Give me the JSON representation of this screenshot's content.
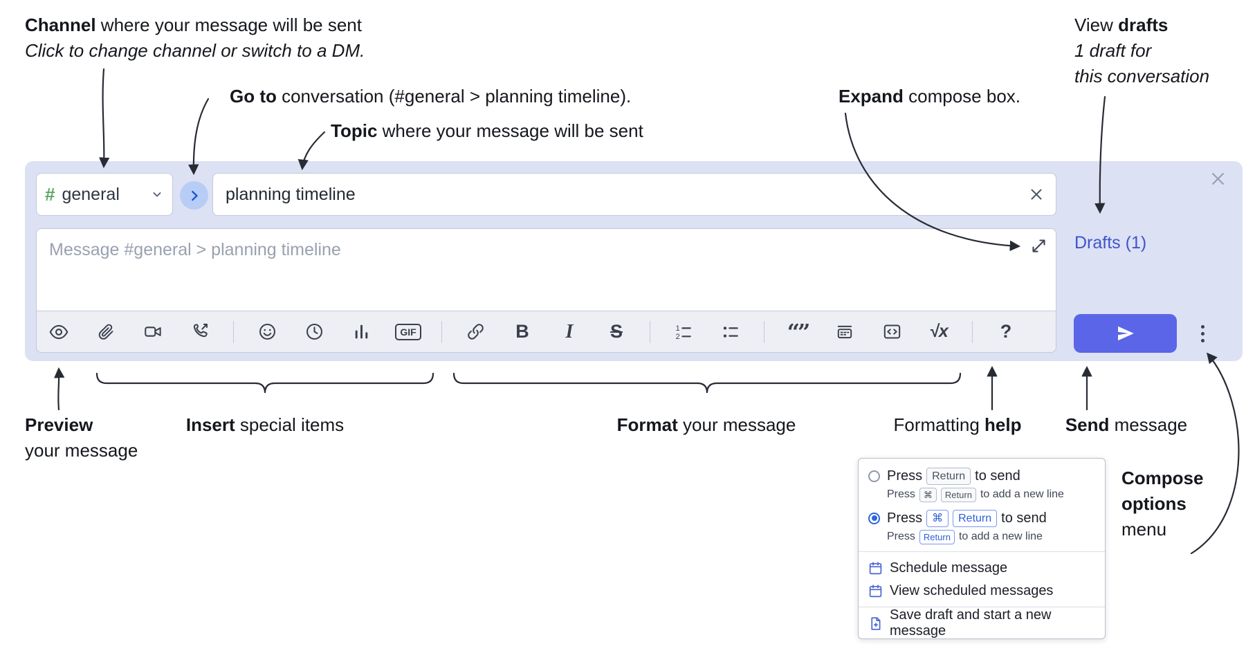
{
  "annotations": {
    "channel": {
      "bold": "Channel",
      "rest": " where your message will be sent",
      "line2": "Click to change channel or switch to a DM."
    },
    "goto": {
      "bold": "Go to",
      "rest": " conversation (#general > planning timeline)."
    },
    "topic": {
      "bold": "Topic",
      "rest": " where your message will be sent"
    },
    "expand": {
      "bold": "Expand",
      "rest": " compose box."
    },
    "view_drafts": {
      "pre": "View ",
      "bold": "drafts",
      "line2": "1 draft for",
      "line3": "this conversation"
    },
    "preview": {
      "bold": "Preview",
      "line2": "your message"
    },
    "insert": {
      "bold": "Insert",
      "rest": " special items"
    },
    "format": {
      "bold": "Format",
      "rest": " your message"
    },
    "formatting_help": {
      "pre": "Formatting ",
      "bold": "help"
    },
    "send": {
      "bold": "Send",
      "rest": " message"
    },
    "compose_options": {
      "line1": "Compose",
      "line2": "options",
      "line3": "menu"
    }
  },
  "compose": {
    "channel_hash": "#",
    "channel_name": "general",
    "topic_value": "planning timeline",
    "placeholder": "Message #general > planning timeline",
    "drafts_link": "Drafts (1)"
  },
  "toolbar": {
    "icons": [
      "preview",
      "attach-file",
      "start-video-call",
      "start-audio-call",
      "emoji",
      "add-global-time",
      "add-poll",
      "add-gif",
      "link",
      "bold",
      "italic",
      "strikethrough",
      "numbered-list",
      "bulleted-list",
      "quote",
      "spoiler",
      "code",
      "math",
      "help"
    ],
    "gif_label": "GIF",
    "bold_label": "B",
    "italic_label": "I",
    "strike_label": "S",
    "quote_label": "“”",
    "math_label": "√x",
    "help_label": "?"
  },
  "popup": {
    "option1": {
      "pre": "Press",
      "key": "Return",
      "post": "to send",
      "sub_pre": "Press",
      "sub_keys": [
        "⌘",
        "Return"
      ],
      "sub_post": "to add a new line"
    },
    "option2": {
      "pre": "Press",
      "keys": [
        "⌘",
        "Return"
      ],
      "post": "to send",
      "sub_pre": "Press",
      "sub_key": "Return",
      "sub_post": "to add a new line"
    },
    "schedule": "Schedule message",
    "view_scheduled": "View scheduled messages",
    "save_draft": "Save draft and start a new message"
  },
  "colors": {
    "compose_background": "#dce1f3",
    "send_button": "#5a65e8",
    "accent_blue": "#2a66dd",
    "drafts_link": "#4153cd",
    "channel_hash_green": "#5ea761",
    "toolbar_icon": "#3a3f4b",
    "annotation_text": "#14171c"
  }
}
